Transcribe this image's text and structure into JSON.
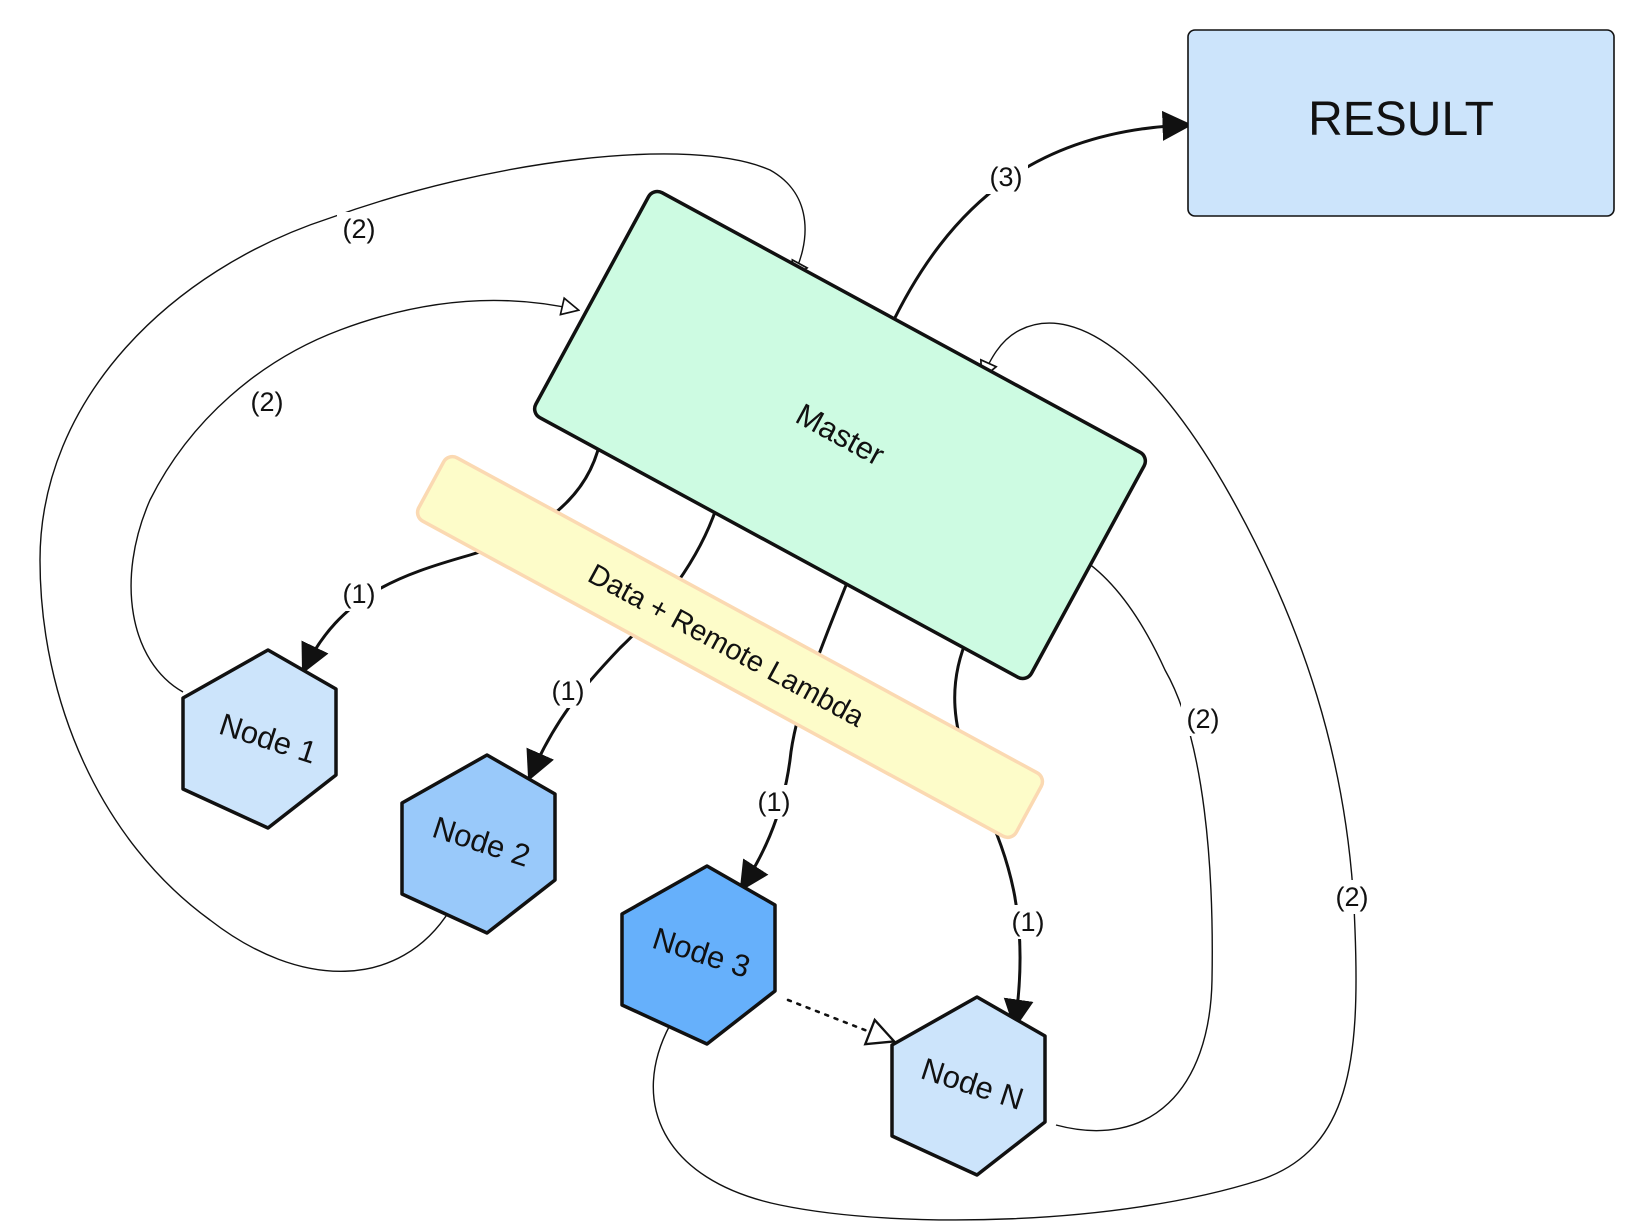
{
  "nodes": {
    "result": {
      "label": "RESULT",
      "fill": "#cce4fb"
    },
    "master": {
      "label": "Master",
      "fill": "#cdfbe2"
    },
    "banner": {
      "label": "Data + Remote Lambda",
      "fill": "#fdfcc9",
      "border": "#fbd9b2"
    },
    "node1": {
      "label": "Node 1",
      "fill": "#cce4fb"
    },
    "node2": {
      "label": "Node 2",
      "fill": "#99c9fa"
    },
    "node3": {
      "label": "Node 3",
      "fill": "#66b0fb"
    },
    "nodeN": {
      "label": "Node N",
      "fill": "#cce4fb"
    }
  },
  "edges": {
    "master_result": "(3)",
    "master_node1": "(1)",
    "master_node2": "(1)",
    "master_node3": "(1)",
    "master_nodeN": "(1)",
    "node1_master": "(2)",
    "node2_master": "(2)",
    "node3_master": "(2)",
    "nodeN_master": "(2)"
  },
  "colors": {
    "stroke": "#111111",
    "background": "#ffffff"
  }
}
